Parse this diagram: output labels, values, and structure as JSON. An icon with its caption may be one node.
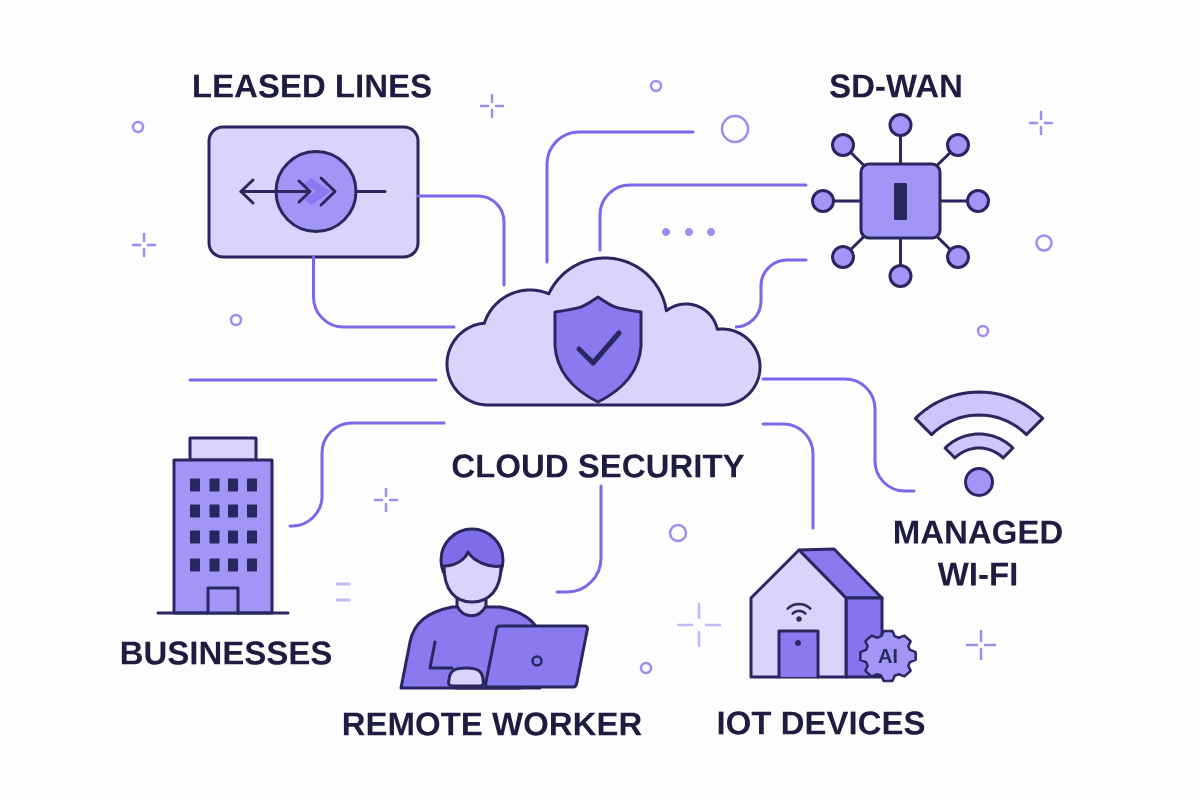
{
  "diagram": {
    "nodes": [
      {
        "text": [
          "LEASED LINES"
        ]
      },
      {
        "text": [
          "SD-WAN"
        ]
      },
      {
        "text": [
          "CLOUD SECURITY"
        ]
      },
      {
        "text": [
          "MANAGED WI-FI"
        ]
      },
      {
        "text": [
          "BUSINESSES"
        ]
      },
      {
        "text": [
          "REMOTE WORKER"
        ]
      },
      {
        "text": [
          "IOT DEVICES"
        ]
      },
      {
        "text": [
          "AI"
        ]
      }
    ],
    "edges": [
      {
        "from": 0,
        "to": 2,
        "arrow": "none"
      },
      {
        "from": 0,
        "to": 2,
        "arrow": "none"
      },
      {
        "from": 2,
        "to": null,
        "arrow": "none"
      },
      {
        "from": 2,
        "to": 1,
        "arrow": "none"
      },
      {
        "from": 2,
        "to": 1,
        "arrow": "none"
      },
      {
        "from": null,
        "to": 2,
        "arrow": "none"
      },
      {
        "from": 2,
        "to": 3,
        "arrow": "none"
      },
      {
        "from": 2,
        "to": 4,
        "arrow": "none"
      },
      {
        "from": 2,
        "to": 5,
        "arrow": "none"
      },
      {
        "from": 2,
        "to": 6,
        "arrow": "none"
      }
    ]
  }
}
